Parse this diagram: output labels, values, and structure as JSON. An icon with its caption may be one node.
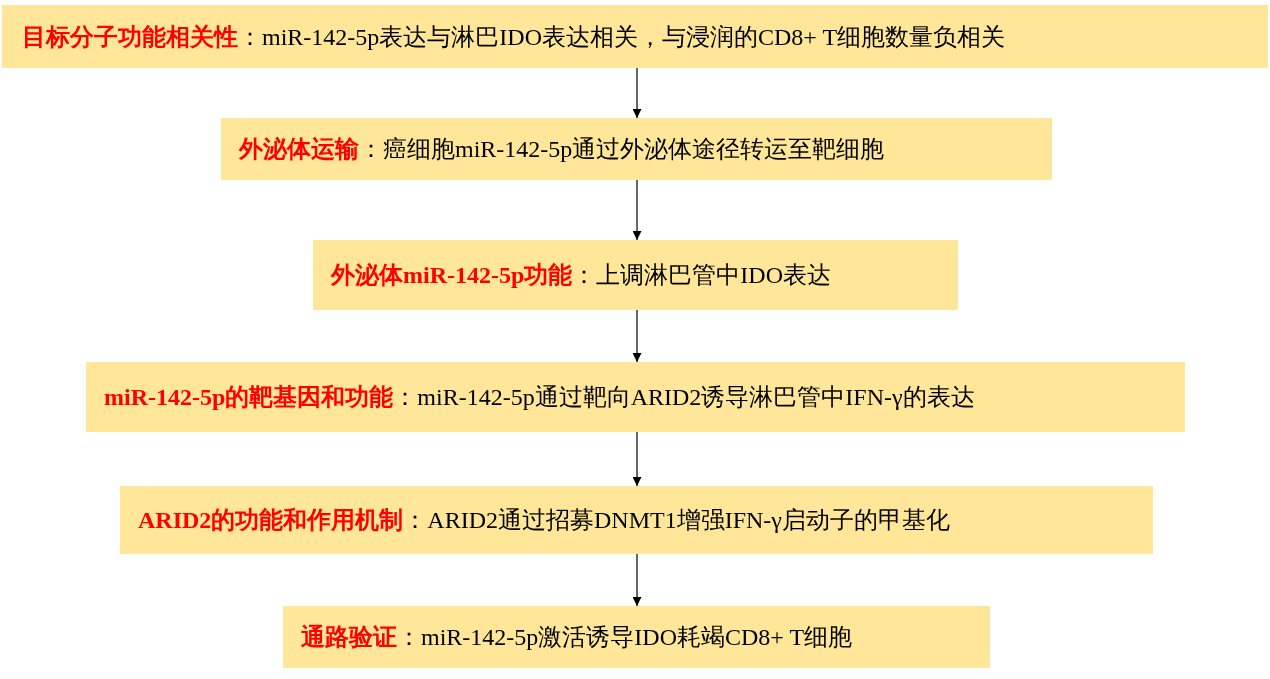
{
  "diagram": {
    "nodes": [
      {
        "text": [
          "目标分子功能相关性",
          "：miR-142-5p表达与淋巴IDO表达相关，与浸润的CD8+ T细胞数量负相关"
        ]
      },
      {
        "text": [
          "外泌体运输",
          "：癌细胞miR-142-5p通过外泌体途径转运至靶细胞"
        ]
      },
      {
        "text": [
          "外泌体miR-142-5p功能",
          "：上调淋巴管中IDO表达"
        ]
      },
      {
        "text": [
          "miR-142-5p的靶基因和功能",
          "：miR-142-5p通过靶向ARID2诱导淋巴管中IFN-γ的表达"
        ]
      },
      {
        "text": [
          "ARID2的功能和作用机制",
          "：ARID2通过招募DNMT1增强IFN-γ启动子的甲基化"
        ]
      },
      {
        "text": [
          "通路验证",
          "：miR-142-5p激活诱导IDO耗竭CD8+ T细胞"
        ]
      }
    ],
    "edges": [
      {
        "from": 0,
        "to": 1,
        "arrow": "to"
      },
      {
        "from": 1,
        "to": 2,
        "arrow": "to"
      },
      {
        "from": 2,
        "to": 3,
        "arrow": "to"
      },
      {
        "from": 3,
        "to": 4,
        "arrow": "to"
      },
      {
        "from": 4,
        "to": 5,
        "arrow": "to"
      }
    ]
  }
}
